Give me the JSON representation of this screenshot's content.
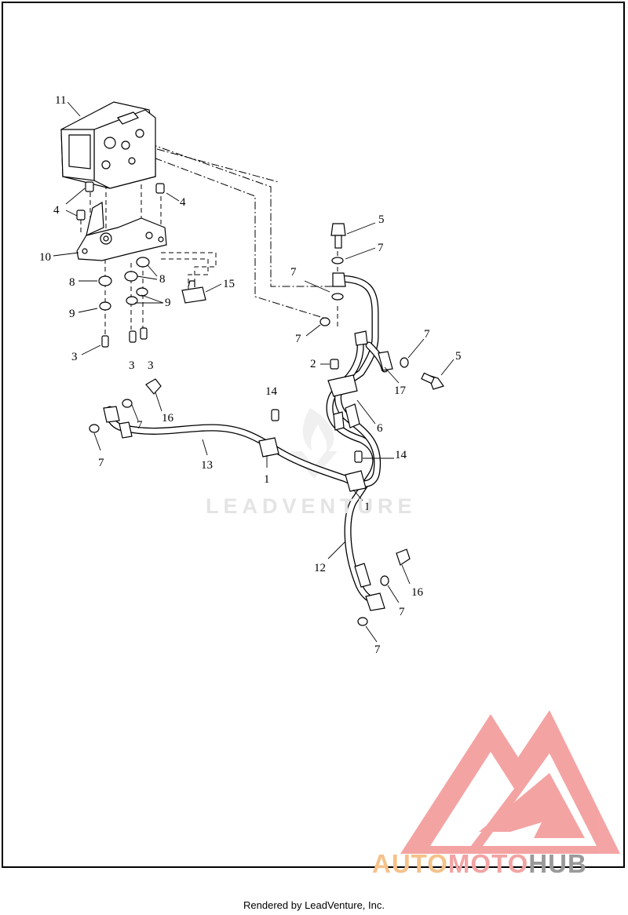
{
  "footer": "Rendered by LeadVenture, Inc.",
  "watermark": {
    "text": "LEADVENTURE"
  },
  "brand": {
    "part1": "AUTO",
    "part2": "MOTO",
    "part3": "HUB",
    "colors": {
      "auto": "#f5c28a",
      "moto": "#f2a3a3",
      "hub": "#9a9a9a",
      "logo": "#f39a9a"
    }
  },
  "callouts": {
    "c11": "11",
    "c4a": "4",
    "c4b": "4",
    "c10": "10",
    "c8a": "8",
    "c8b": "8",
    "c9a": "9",
    "c9b": "9",
    "c3a": "3",
    "c3b": "3",
    "c3c": "3",
    "c15": "15",
    "c5a": "5",
    "c7a": "7",
    "c7b": "7",
    "c7c": "7",
    "c7d": "7",
    "c5b": "5",
    "c2": "2",
    "c17": "17",
    "c14a": "14",
    "c6": "6",
    "c16a": "16",
    "c7e": "7",
    "c7f": "7",
    "c13": "13",
    "c1a": "1",
    "c14b": "14",
    "c1b": "1",
    "c12": "12",
    "c16b": "16",
    "c7g": "7",
    "c7h": "7"
  }
}
